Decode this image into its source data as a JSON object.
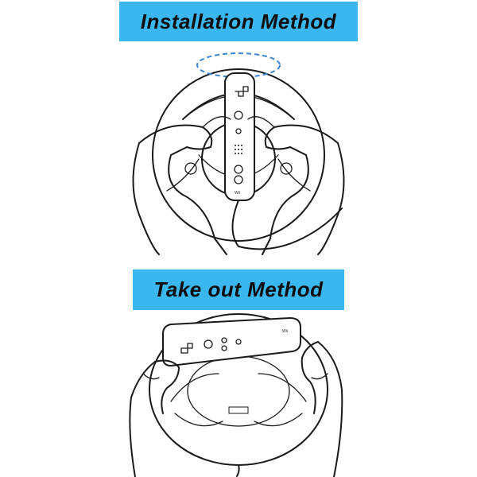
{
  "banners": {
    "install_title": "Installation Method",
    "takeout_title": "Take out Method"
  },
  "labels": {
    "wii_mark_top": "Wii",
    "wii_mark_bottom": "Wii"
  },
  "colors": {
    "banner_bg": "#39b7ee",
    "text": "#0d0d0d",
    "ink": "#1a1a1a",
    "callout": "#3a86d6"
  }
}
